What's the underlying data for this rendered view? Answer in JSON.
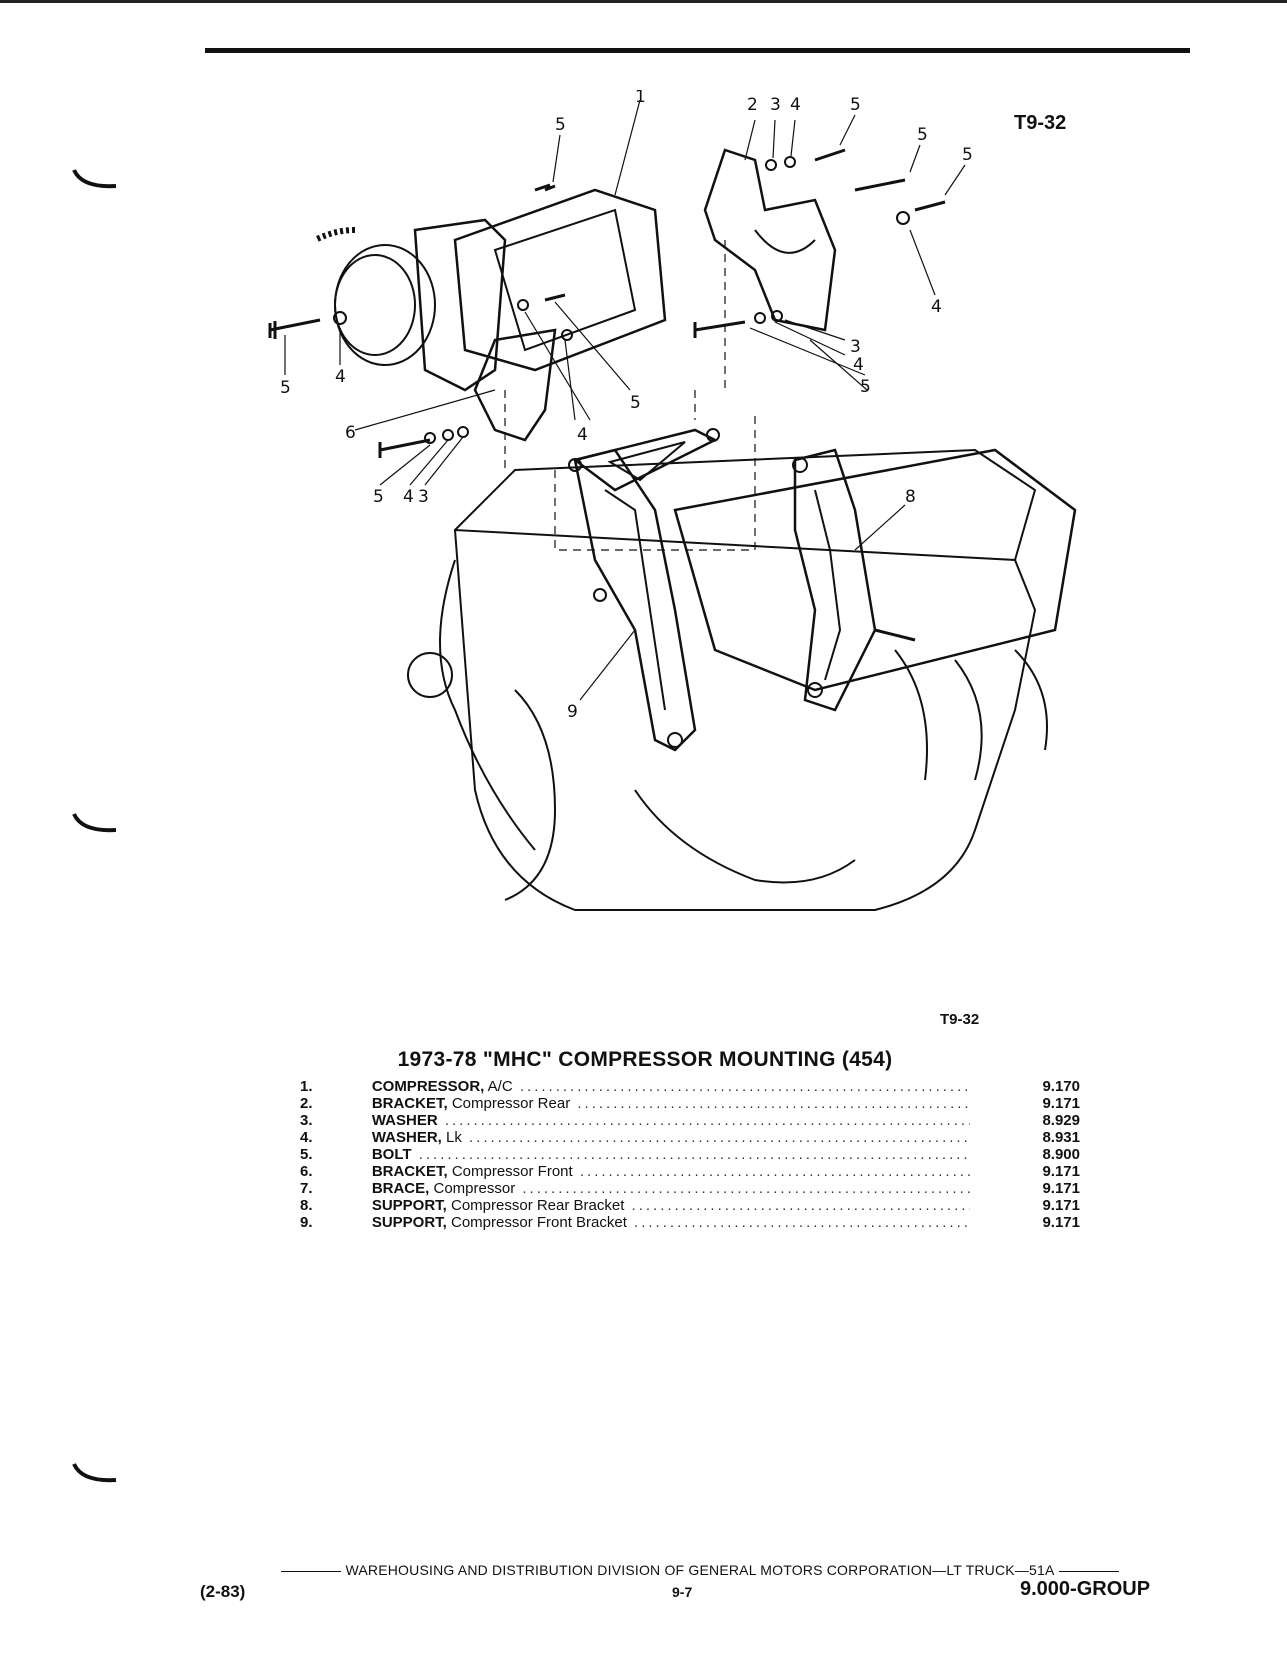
{
  "figure": {
    "tag_top": "T9-32",
    "tag_bottom": "T9-32"
  },
  "callouts": {
    "c1": "1",
    "c2": "2",
    "c3a": "3",
    "c4a": "4",
    "c5a": "5",
    "c5b": "5",
    "c5c": "5",
    "c5d": "5",
    "c4b": "4",
    "c5e": "5",
    "c4c": "4",
    "c6": "6",
    "c4d": "4",
    "c5f": "5",
    "c3b": "3",
    "c4e": "4",
    "c5g": "5",
    "c5h": "5",
    "c4f": "4",
    "c3c": "3",
    "c8": "8",
    "c9": "9"
  },
  "title": "1973-78 \"MHC\" COMPRESSOR MOUNTING (454)",
  "parts": [
    {
      "num": "1.",
      "name": "COMPRESSOR,",
      "desc": " A/C",
      "ref": "9.170"
    },
    {
      "num": "2.",
      "name": "BRACKET,",
      "desc": " Compressor Rear",
      "ref": "9.171"
    },
    {
      "num": "3.",
      "name": "WASHER",
      "desc": "",
      "ref": "8.929"
    },
    {
      "num": "4.",
      "name": "WASHER,",
      "desc": " Lk",
      "ref": "8.931"
    },
    {
      "num": "5.",
      "name": "BOLT",
      "desc": "",
      "ref": "8.900"
    },
    {
      "num": "6.",
      "name": "BRACKET,",
      "desc": " Compressor Front",
      "ref": "9.171"
    },
    {
      "num": "7.",
      "name": "BRACE,",
      "desc": " Compressor",
      "ref": "9.171"
    },
    {
      "num": "8.",
      "name": "SUPPORT,",
      "desc": " Compressor Rear Bracket",
      "ref": "9.171"
    },
    {
      "num": "9.",
      "name": "SUPPORT,",
      "desc": " Compressor Front Bracket",
      "ref": "9.171"
    }
  ],
  "footer": {
    "line": "WAREHOUSING AND DISTRIBUTION  DIVISION OF GENERAL MOTORS CORPORATION—LT TRUCK—51A",
    "date": "(2-83)",
    "page": "9-7",
    "group": "9.000-GROUP"
  }
}
